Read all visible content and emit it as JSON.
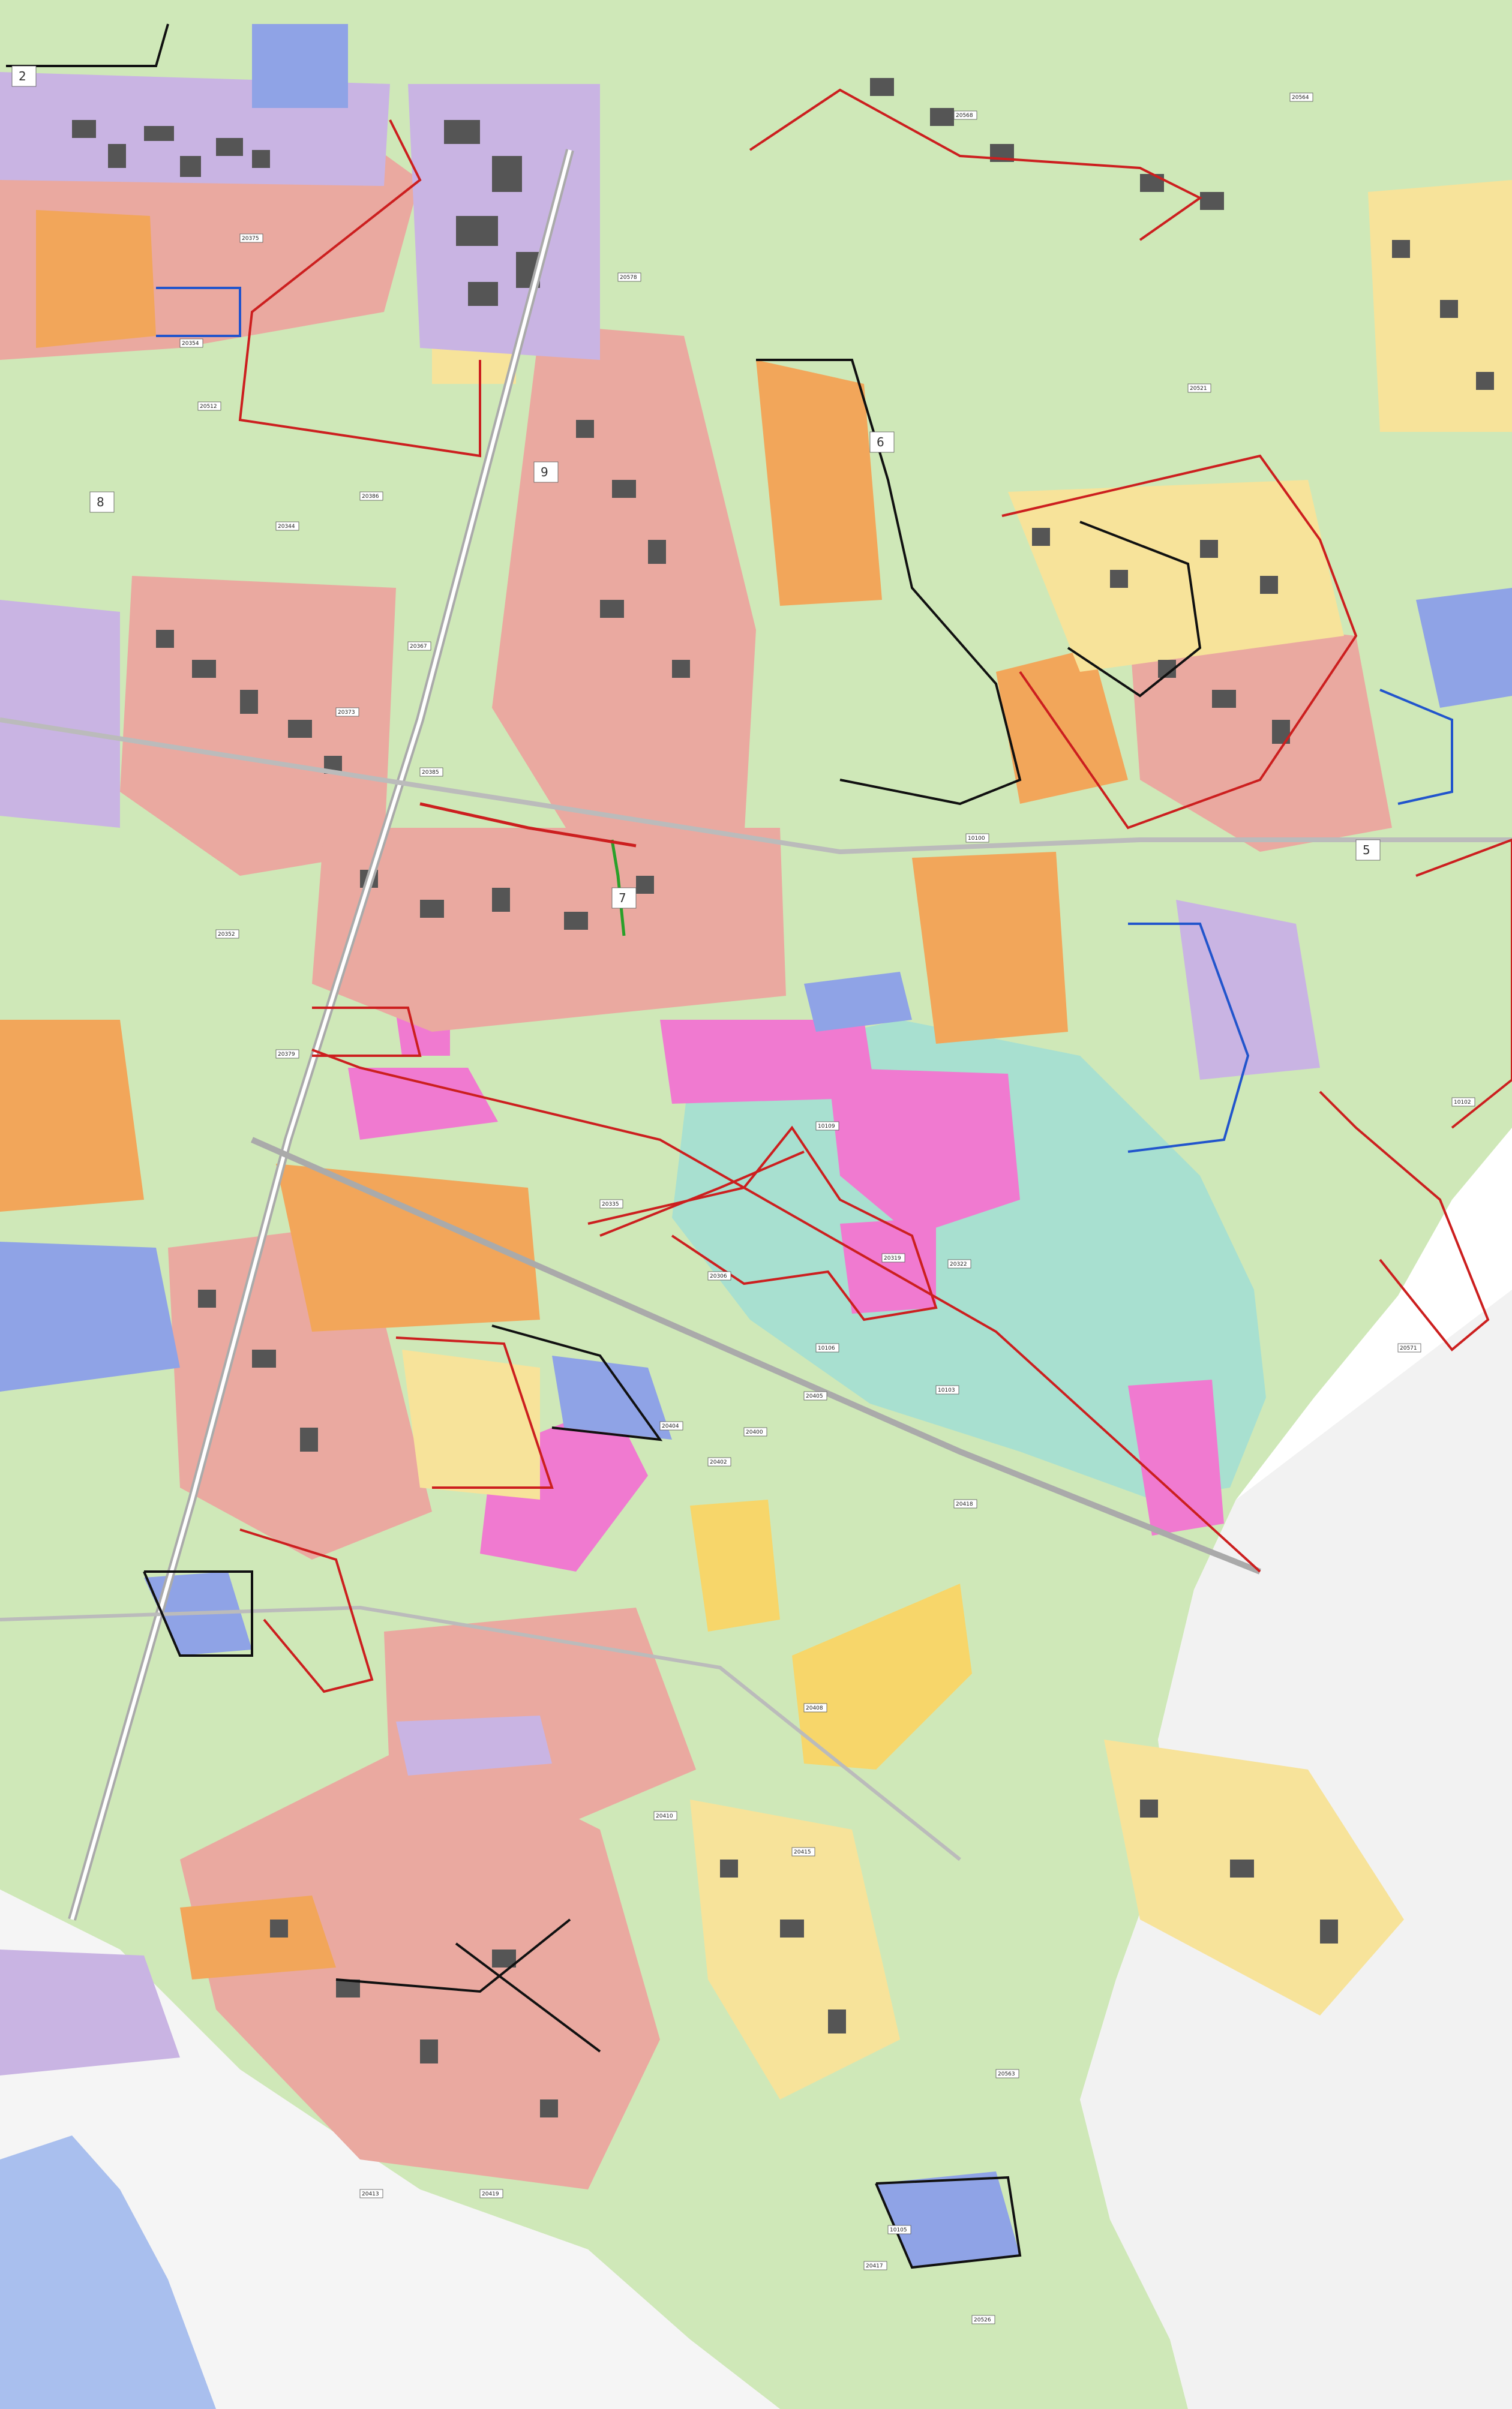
{
  "map": {
    "colors": {
      "background": "#ffffff",
      "agricultural": "#cfe8b8",
      "park_green": "#9fd8a2",
      "residential_pink": "#eaa9a0",
      "residential_orange": "#f2a65a",
      "residential_yellow": "#f7e39a",
      "industrial_purple": "#c9b4e3",
      "service_blue": "#8fa3e6",
      "special_magenta": "#f07ad0",
      "green_teal": "#a8e0d0",
      "buildings": "#555555",
      "boundary_red": "#cc1f1f",
      "boundary_black": "#111111",
      "boundary_blue": "#2255cc",
      "water": "#a9bfee"
    },
    "zone_codes": [
      "20375",
      "20354",
      "20512",
      "20344",
      "20386",
      "20373",
      "20367",
      "20385",
      "20379",
      "10109",
      "20335",
      "20319",
      "20306",
      "20322",
      "20400",
      "10106",
      "20352",
      "10100",
      "10102",
      "20571",
      "20404",
      "20402",
      "20405",
      "10103",
      "20418",
      "20408",
      "20410",
      "20415",
      "20413",
      "20419",
      "20563",
      "20417",
      "10105",
      "20526",
      "20564",
      "20568",
      "20521",
      "20578"
    ],
    "district_numbers": [
      "2",
      "9",
      "7",
      "5",
      "6",
      "8"
    ]
  }
}
